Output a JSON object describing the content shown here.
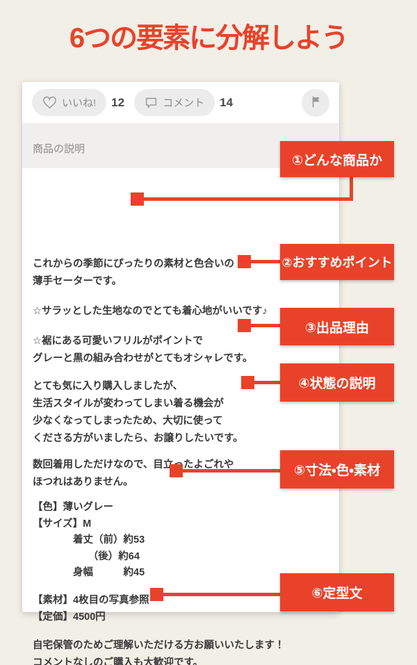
{
  "page": {
    "title": "6つの要素に分解しよう",
    "background_color": "#F2EFE7",
    "accent_color": "#E8432A"
  },
  "listing_card": {
    "actions": {
      "like_button": {
        "icon": "heart-icon",
        "label": "いいね!",
        "count": "12"
      },
      "comment_button": {
        "icon": "comment-icon",
        "label": "コメント",
        "count": "14"
      },
      "flag_button": {
        "icon": "flag-icon"
      }
    },
    "section_title": "商品の説明",
    "description_paragraphs": [
      "これからの季節にぴったりの素材と色合いの\n薄手セーターです。",
      "☆サラッとした生地なのでとても着心地がいいです♪",
      "☆裾にある可愛いフリルがポイントで\nグレーと黒の組み合わせがとてもオシャレです。",
      "とても気に入り購入しましたが、\n生活スタイルが変わってしまい着る機会が\n少なくなってしまったため、大切に使って\nくださる方がいましたら、お譲りしたいです。",
      "数回着用しただけなので、目立ったよごれや\nほつれはありません。",
      "【色】薄いグレー\n【サイズ】M\n　　　　着丈（前）約53\n　　　　　　（後）約64\n　　　　身幅　　　約45",
      "【素材】4枚目の写真参照\n【定価】4500円",
      "自宅保管のためご理解いただける方お願いいたします！\nコメントなしのご購入も大歓迎です。\nご質問はお気軽にどうぞ♪"
    ]
  },
  "annotations": [
    {
      "label": "①どんな商品か"
    },
    {
      "label": "②おすすめポイント"
    },
    {
      "label": "③出品理由"
    },
    {
      "label": "④状態の説明"
    },
    {
      "label": "⑤寸法・色・素材"
    },
    {
      "label": "⑥定型文"
    }
  ]
}
